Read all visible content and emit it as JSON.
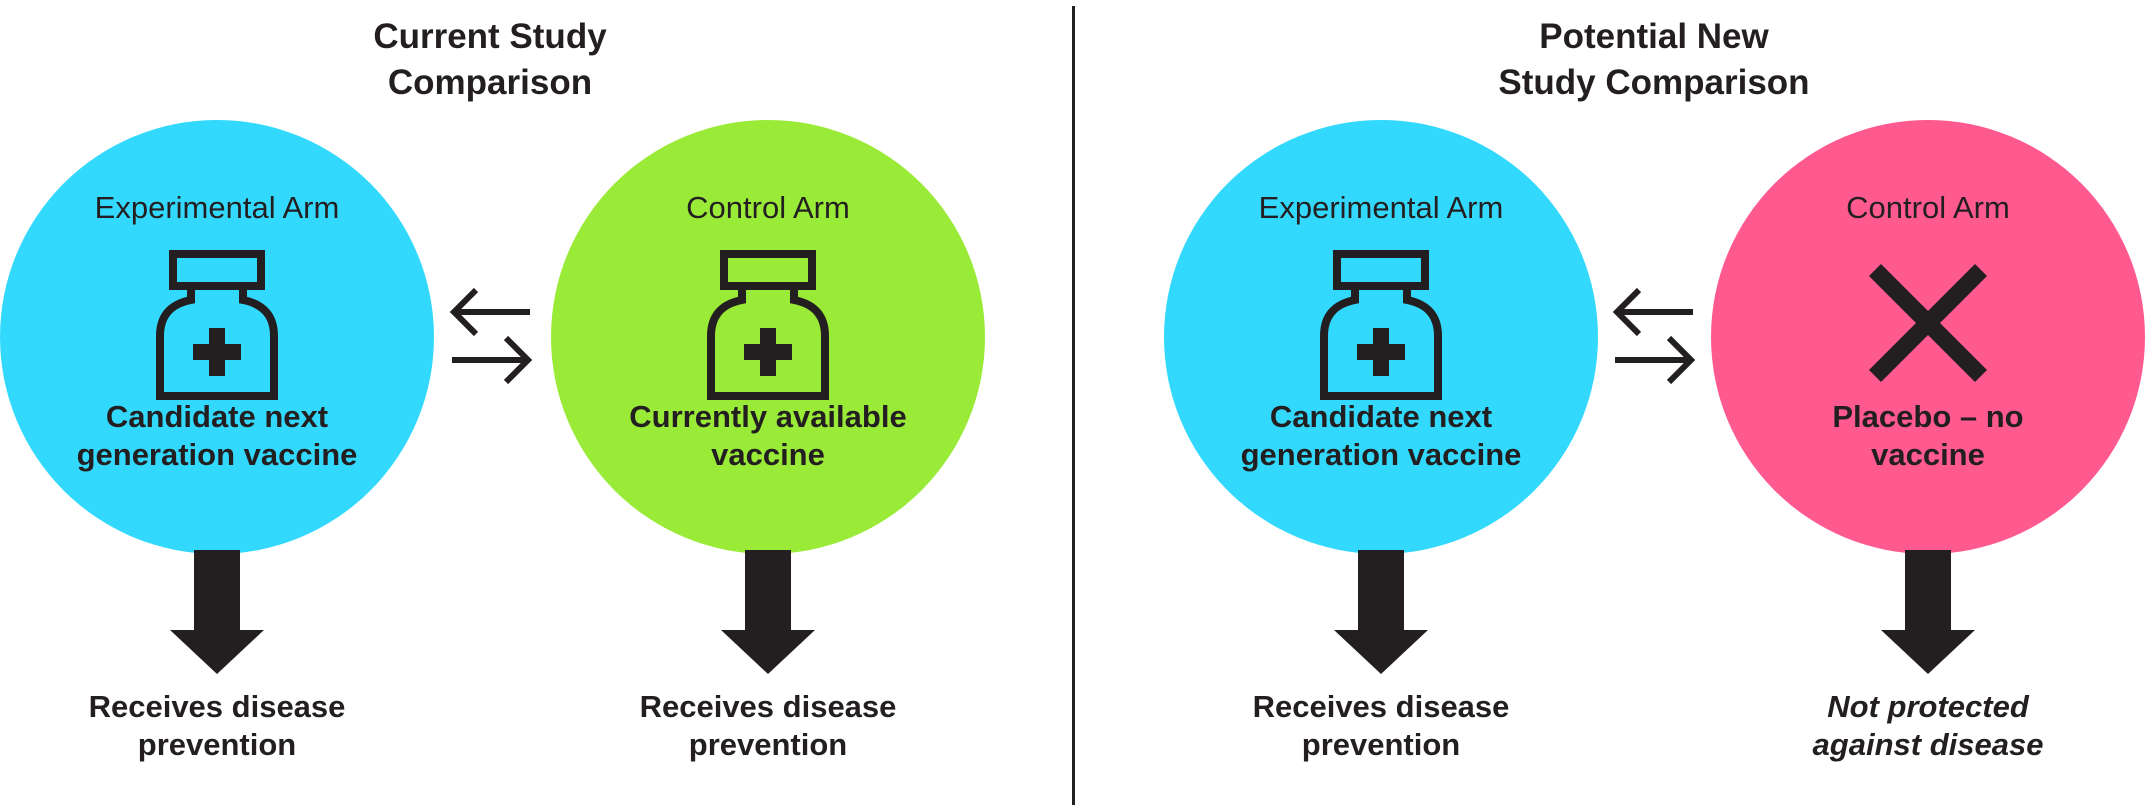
{
  "colors": {
    "experimental": "#33d9fd",
    "control_current": "#9aea38",
    "control_placebo": "#ff5a8f",
    "ink": "#231f20"
  },
  "panels": [
    {
      "title": "Current Study\nComparison",
      "experimental": {
        "label": "Experimental Arm",
        "icon": "vaccine-bottle-icon",
        "description": "Candidate next\ngeneration vaccine",
        "outcome": "Receives disease\nprevention"
      },
      "control": {
        "label": "Control Arm",
        "icon": "vaccine-bottle-icon",
        "description": "Currently available\nvaccine",
        "outcome": "Receives disease\nprevention"
      }
    },
    {
      "title": "Potential New\nStudy Comparison",
      "experimental": {
        "label": "Experimental Arm",
        "icon": "vaccine-bottle-icon",
        "description": "Candidate next\ngeneration vaccine",
        "outcome": "Receives disease\nprevention"
      },
      "control": {
        "label": "Control Arm",
        "icon": "x-mark-icon",
        "description": "Placebo – no\nvaccine",
        "outcome": "Not protected\nagainst disease"
      }
    }
  ]
}
